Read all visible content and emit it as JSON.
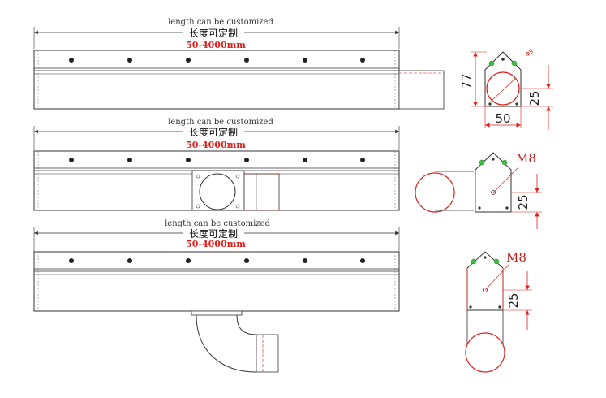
{
  "views": [
    {
      "length_label": "length can be customized",
      "length_label_cn": "长度可定制",
      "length_range": "50-4000mm"
    },
    {
      "length_label": "length can be customized",
      "length_label_cn": "长度可定制",
      "length_range": "50-4000mm"
    },
    {
      "length_label": "length can be customized",
      "length_label_cn": "长度可定制",
      "length_range": "50-4000mm"
    }
  ],
  "section1": {
    "height_dim": "77",
    "width_dim": "50",
    "outlet_dim": "25",
    "hole_label": "Φ5"
  },
  "section2": {
    "thread_label": "M8",
    "outlet_dim": "25"
  },
  "section3": {
    "thread_label": "M8",
    "outlet_dim": "25"
  },
  "colors": {
    "line": "#333333",
    "red": "#e0201c",
    "green": "#3fbf3f"
  }
}
